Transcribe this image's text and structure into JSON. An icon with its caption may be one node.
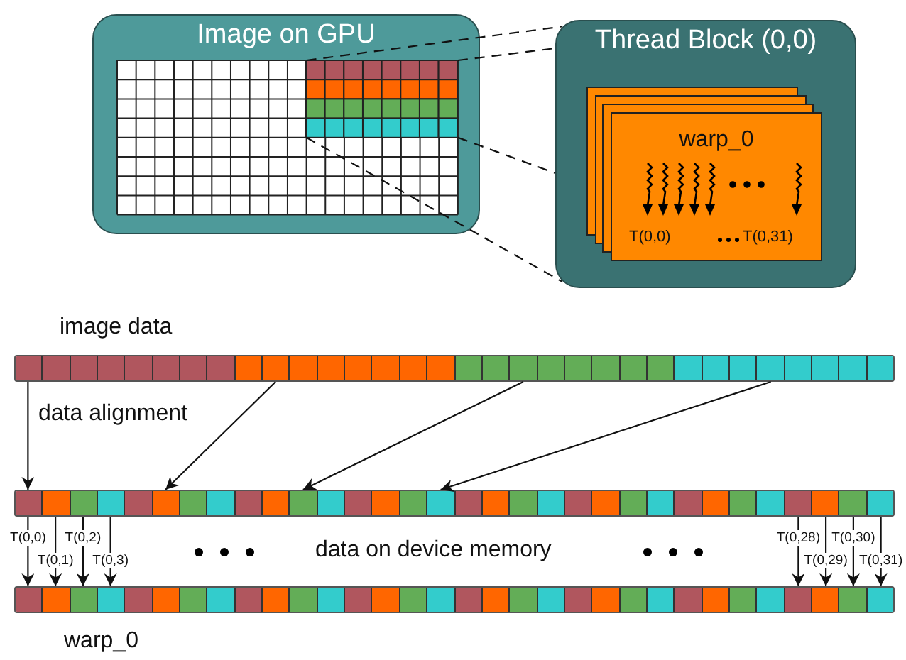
{
  "diagram": {
    "nodes": [
      {
        "text": [
          "Image on GPU"
        ]
      },
      {
        "text": [],
        "shape": "box",
        "in": 0
      },
      {
        "text": [
          "Thread Block (0,0)"
        ]
      },
      {
        "text": [
          "warp_0",
          "T(0,0)",
          "T(0,31)"
        ],
        "in": 2
      },
      {
        "text": [],
        "shape": "bar",
        "beside": [
          "image data"
        ]
      },
      {
        "text": [],
        "shape": "bar",
        "beside": [
          "data on device memory"
        ]
      },
      {
        "text": [],
        "shape": "bar",
        "beside": [
          "warp_0"
        ]
      }
    ],
    "edges": [
      {
        "from": 1,
        "to": 2,
        "arrow": "none",
        "style": "dashed"
      },
      {
        "from": 1,
        "to": 2,
        "arrow": "none",
        "style": "dashed"
      },
      {
        "from": 1,
        "to": 2,
        "arrow": "none",
        "style": "dashed"
      },
      {
        "from": 1,
        "to": 2,
        "arrow": "none",
        "style": "dashed"
      },
      {
        "from": 4,
        "to": 5,
        "arrow": "to"
      },
      {
        "from": 4,
        "to": 5,
        "arrow": "to"
      },
      {
        "from": 4,
        "to": 5,
        "arrow": "to"
      },
      {
        "from": 4,
        "to": 5,
        "arrow": "to"
      },
      {
        "from": 5,
        "to": 6,
        "arrow": "to",
        "label": "T(0,0)"
      },
      {
        "from": 5,
        "to": 6,
        "arrow": "to",
        "label": "T(0,1)"
      },
      {
        "from": 5,
        "to": 6,
        "arrow": "to",
        "label": "T(0,2)"
      },
      {
        "from": 5,
        "to": 6,
        "arrow": "to",
        "label": "T(0,3)"
      },
      {
        "from": 5,
        "to": 6,
        "arrow": "to",
        "label": "T(0,28)"
      },
      {
        "from": 5,
        "to": 6,
        "arrow": "to",
        "label": "T(0,29)"
      },
      {
        "from": 5,
        "to": 6,
        "arrow": "to",
        "label": "T(0,30)"
      },
      {
        "from": 5,
        "to": 6,
        "arrow": "to",
        "label": "T(0,31)"
      }
    ],
    "labels": [
      "data alignment"
    ]
  }
}
